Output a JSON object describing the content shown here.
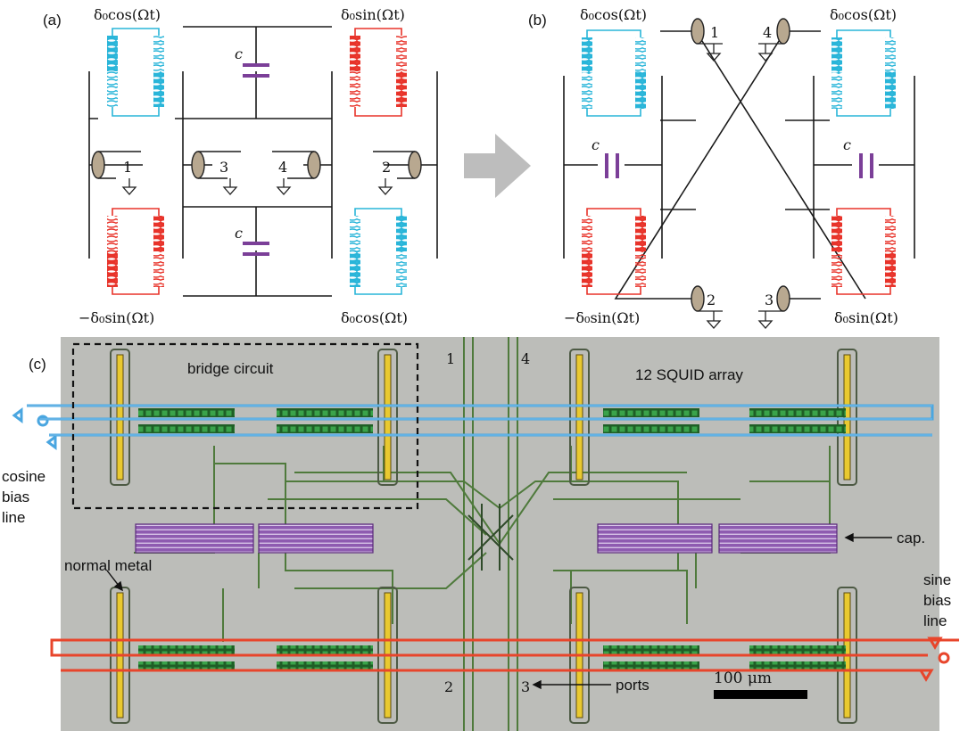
{
  "panels": {
    "a": "(a)",
    "b": "(b)",
    "c": "(c)"
  },
  "panel_a": {
    "top_left": "δ₀cos(Ωt)",
    "top_right": "δ₀sin(Ωt)",
    "bottom_left": "−δ₀sin(Ωt)",
    "bottom_right": "δ₀cos(Ωt)",
    "cap_top": "c",
    "cap_bottom": "c",
    "port1": "1",
    "port2": "2",
    "port3": "3",
    "port4": "4"
  },
  "panel_b": {
    "top_left": "δ₀cos(Ωt)",
    "top_right": "δ₀cos(Ωt)",
    "bottom_left": "−δ₀sin(Ωt)",
    "bottom_right": "δ₀sin(Ωt)",
    "cap_left": "c",
    "cap_right": "c",
    "port1": "1",
    "port2": "2",
    "port3": "3",
    "port4": "4"
  },
  "panel_c": {
    "bridge_circuit": "bridge circuit",
    "squid_array": "12 SQUID array",
    "cosine_bias_1": "cosine",
    "cosine_bias_2": "bias",
    "cosine_bias_3": "line",
    "normal_metal": "normal metal",
    "cap": "cap.",
    "sine_bias_1": "sine",
    "sine_bias_2": "bias",
    "sine_bias_3": "line",
    "ports": "ports",
    "scale": "100 μm",
    "port1": "1",
    "port2": "2",
    "port3": "3",
    "port4": "4"
  },
  "colors": {
    "cyan": "#29b5d9",
    "red": "#e8332a",
    "purple": "#7b3f98",
    "chip_bg": "#bcbdb9",
    "squid_green": "#2e8b3a",
    "arrow_gray": "#bdbdbd"
  }
}
